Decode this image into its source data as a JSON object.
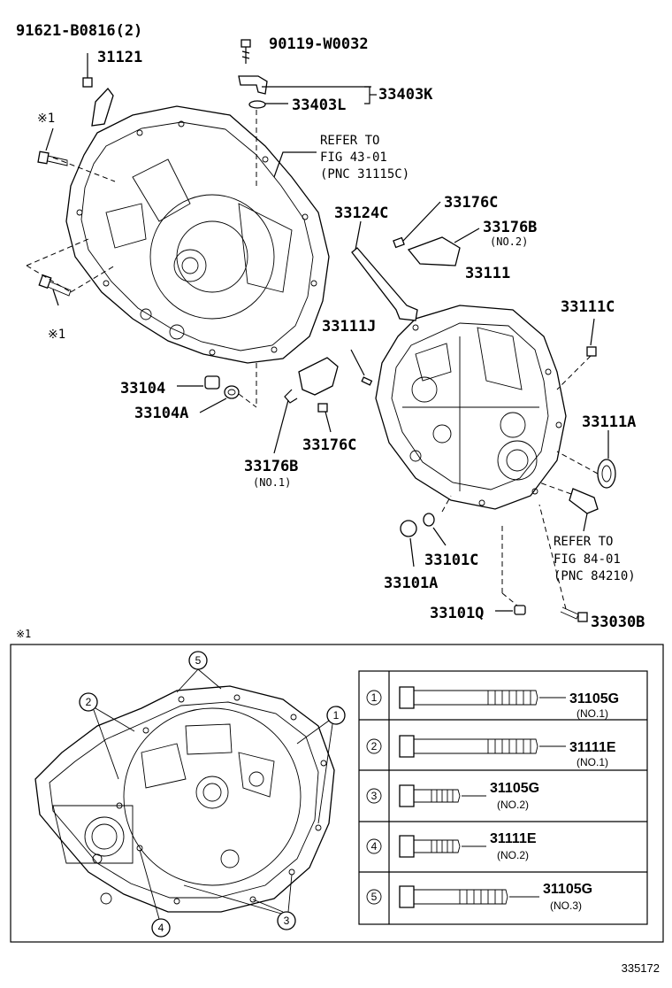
{
  "labels": {
    "p91621": "91621-B0816(2)",
    "p31121": "31121",
    "p90119": "90119-W0032",
    "p33403k": "33403K",
    "p33403l": "33403L",
    "mark1a": "※1",
    "mark1b": "※1",
    "refer1_l1": "REFER TO",
    "refer1_l2": "FIG 43-01",
    "refer1_l3": "(PNC 31115C)",
    "p33124c": "33124C",
    "p33176c_a": "33176C",
    "p33176b_a": "33176B",
    "p33176b_a_sub": "(NO.2)",
    "p33111": "33111",
    "p33111c": "33111C",
    "p33111j": "33111J",
    "p33104": "33104",
    "p33104a": "33104A",
    "p33111a": "33111A",
    "p33176c_b": "33176C",
    "p33176b_b": "33176B",
    "p33176b_b_sub": "(NO.1)",
    "refer2_l1": "REFER TO",
    "refer2_l2": "FIG 84-01",
    "refer2_l3": "(PNC 84210)",
    "p33101c": "33101C",
    "p33101a": "33101A",
    "p33101q": "33101Q",
    "p33030b": "33030B",
    "detail_mark": "※1"
  },
  "detail_callouts": [
    "5",
    "2",
    "1",
    "3",
    "4"
  ],
  "bolt_table": [
    {
      "num": "1",
      "part": "31105G",
      "sub": "(NO.1)"
    },
    {
      "num": "2",
      "part": "31111E",
      "sub": "(NO.1)"
    },
    {
      "num": "3",
      "part": "31105G",
      "sub": "(NO.2)"
    },
    {
      "num": "4",
      "part": "31111E",
      "sub": "(NO.2)"
    },
    {
      "num": "5",
      "part": "31105G",
      "sub": "(NO.3)"
    }
  ],
  "illustration_id": "335172"
}
